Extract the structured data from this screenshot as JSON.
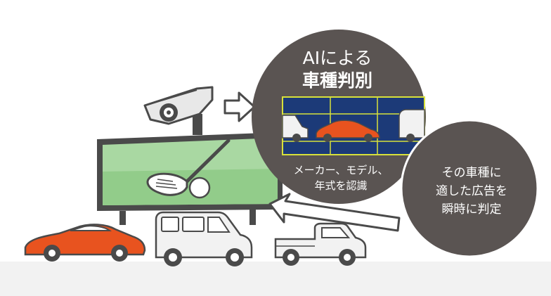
{
  "ai_bubble": {
    "title_line1": "AIによる",
    "title_line2": "車種判別",
    "caption_line1": "メーカー、モデル、",
    "caption_line2": "年式を認識"
  },
  "ad_bubble": {
    "line1": "その車種に",
    "line2": "適した広告を",
    "line3": "瞬時に判定"
  },
  "colors": {
    "bubble": "#5a5452",
    "outline": "#4a4a4a",
    "car_orange": "#e8531f",
    "screen_navy": "#1c3a78",
    "grid_yellow": "#d8e13a",
    "billboard_green": "#a9d8a2"
  },
  "icons": [
    "camera-icon",
    "arrow-right-icon",
    "arrow-up-left-icon",
    "golf-club-icon",
    "golf-ball-icon"
  ]
}
